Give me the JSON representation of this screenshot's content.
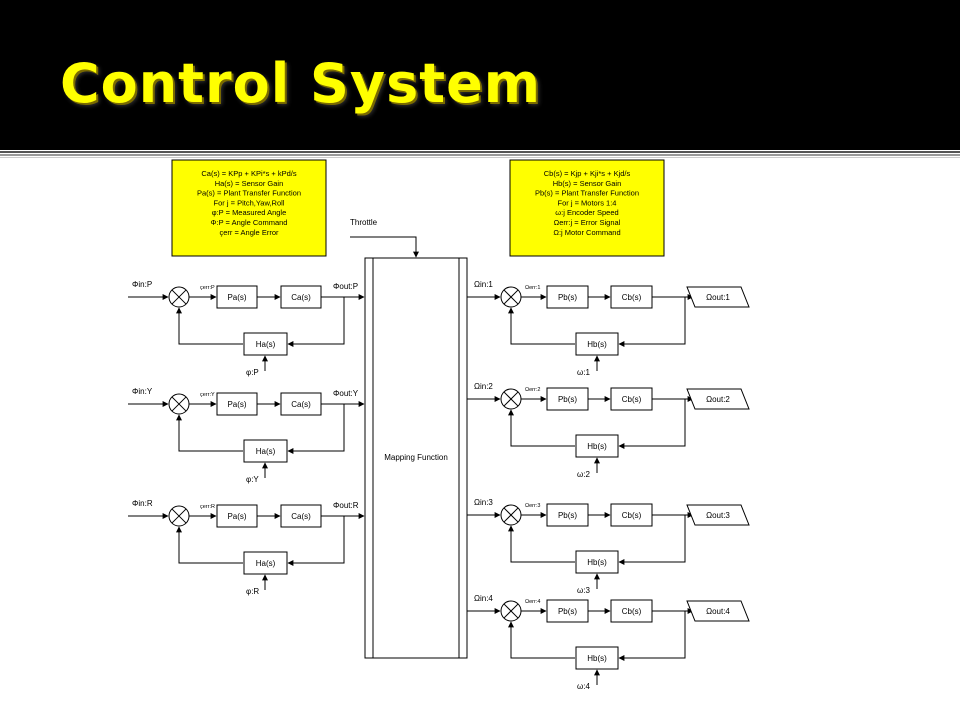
{
  "slide": {
    "title": "Control System"
  },
  "colors": {
    "title_bar": "#000000",
    "title_text": "#ffff00",
    "legend_fill": "#ffff00"
  },
  "legend_left": {
    "lines": [
      "Ca(s) = KPp + KPi*s + kPd/s",
      "Ha(s) = Sensor Gain",
      "Pa(s) = Plant Transfer Function",
      "For j = Pitch,Yaw,Roll",
      "φ:P = Measured Angle",
      "Φ:P = Angle Command",
      "çerr =  Angle Error"
    ]
  },
  "legend_right": {
    "lines": [
      "Cb(s) = Kjp + Kji*s + Kjd/s",
      "Hb(s) = Sensor Gain",
      "Pb(s) = Plant Transfer Function",
      "For j = Motors 1:4",
      "ω:j Encoder Speed",
      "Ωerr:j = Error Signal",
      "Ω:j Motor Command"
    ]
  },
  "throttle": "Throttle",
  "mapping": "Mapping Function",
  "left_loops": [
    {
      "input": "Φin:P",
      "error": "çerr:P",
      "plant": "Pa(s)",
      "controller": "Ca(s)",
      "output": "Φout:P",
      "sensor": "Ha(s)",
      "measured": "φ:P"
    },
    {
      "input": "Φin:Y",
      "error": "çerr:Y",
      "plant": "Pa(s)",
      "controller": "Ca(s)",
      "output": "Φout:Y",
      "sensor": "Ha(s)",
      "measured": "φ:Y"
    },
    {
      "input": "Φin:R",
      "error": "çerr:R",
      "plant": "Pa(s)",
      "controller": "Ca(s)",
      "output": "Φout:R",
      "sensor": "Ha(s)",
      "measured": "φ:R"
    }
  ],
  "right_loops": [
    {
      "input": "Ωin:1",
      "error": "Ωerr:1",
      "plant": "Pb(s)",
      "controller": "Cb(s)",
      "output": "Ωout:1",
      "sensor": "Hb(s)",
      "measured": "ω:1"
    },
    {
      "input": "Ωin:2",
      "error": "Ωerr:2",
      "plant": "Pb(s)",
      "controller": "Cb(s)",
      "output": "Ωout:2",
      "sensor": "Hb(s)",
      "measured": "ω:2"
    },
    {
      "input": "Ωin:3",
      "error": "Ωerr:3",
      "plant": "Pb(s)",
      "controller": "Cb(s)",
      "output": "Ωout:3",
      "sensor": "Hb(s)",
      "measured": "ω:3"
    },
    {
      "input": "Ωin:4",
      "error": "Ωerr:4",
      "plant": "Pb(s)",
      "controller": "Cb(s)",
      "output": "Ωout:4",
      "sensor": "Hb(s)",
      "measured": "ω:4"
    }
  ]
}
